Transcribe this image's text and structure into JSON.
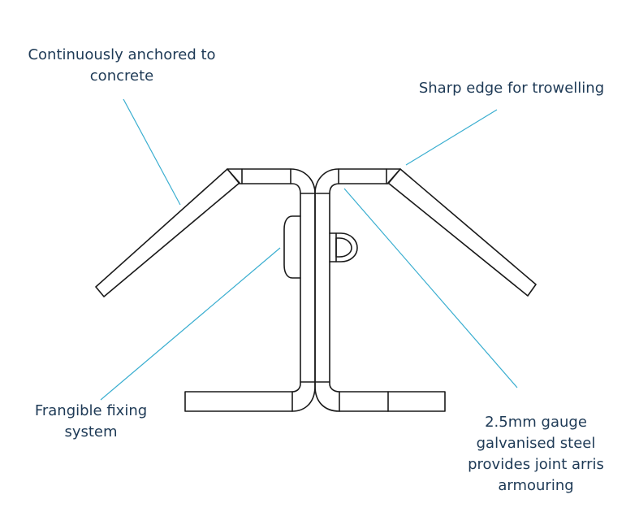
{
  "colors": {
    "outline": "#1a1a1a",
    "leader": "#3aaed0",
    "text": "#1e3a56",
    "background": "#ffffff"
  },
  "labels": {
    "anchored": {
      "line1": "Continuously anchored to",
      "line2": "concrete"
    },
    "sharp": {
      "line1": "Sharp edge for trowelling"
    },
    "frangible": {
      "line1": "Frangible fixing",
      "line2": "system"
    },
    "gauge": {
      "line1": "2.5mm gauge",
      "line2": "galvanised steel",
      "line3": "provides joint arris",
      "line4": "armouring"
    }
  }
}
